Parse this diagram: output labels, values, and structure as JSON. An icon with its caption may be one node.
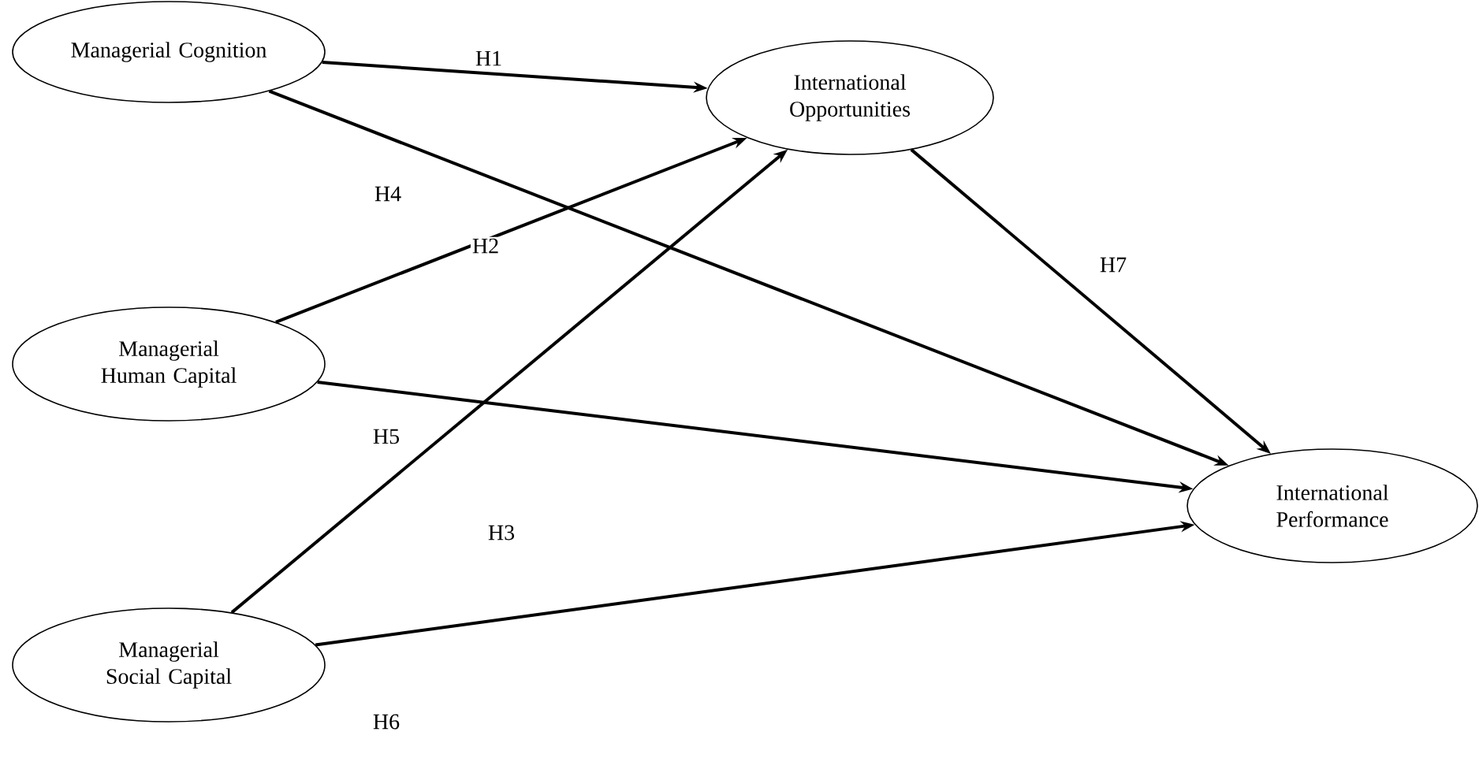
{
  "diagram": {
    "nodes": [
      {
        "text": [
          "Managerial Cognition"
        ]
      },
      {
        "text": [
          "International Opportunities"
        ]
      },
      {
        "text": [
          "Managerial Human Capital"
        ]
      },
      {
        "text": [
          "International Performance"
        ]
      },
      {
        "text": [
          "Managerial Social Capital"
        ]
      }
    ],
    "edges": [
      {
        "from": 0,
        "to": 1,
        "arrow": "to",
        "label": "H1"
      },
      {
        "from": 0,
        "to": 3,
        "arrow": "to",
        "label": "H4"
      },
      {
        "from": 2,
        "to": 1,
        "arrow": "to",
        "label": "H2"
      },
      {
        "from": 2,
        "to": 3,
        "arrow": "to",
        "label": "H5"
      },
      {
        "from": 4,
        "to": 1,
        "arrow": "to",
        "label": "H3"
      },
      {
        "from": 4,
        "to": 3,
        "arrow": "to",
        "label": "H6"
      },
      {
        "from": 1,
        "to": 3,
        "arrow": "to",
        "label": "H7"
      }
    ]
  }
}
